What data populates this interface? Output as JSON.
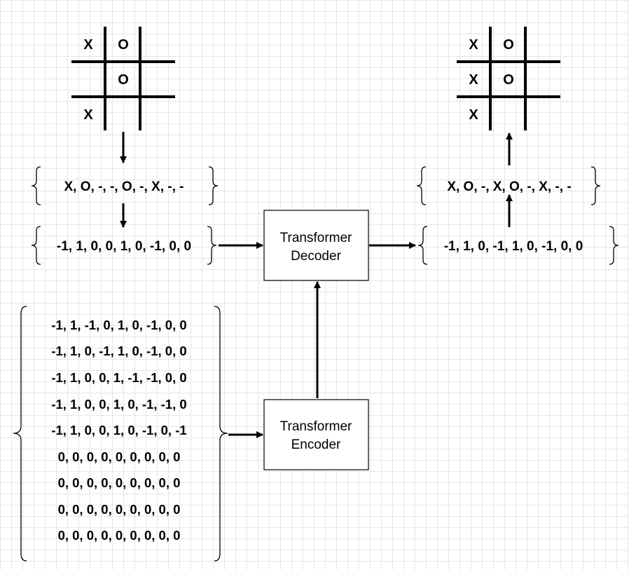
{
  "input_board": [
    [
      "X",
      "O",
      ""
    ],
    [
      "",
      "O",
      ""
    ],
    [
      "X",
      "",
      ""
    ]
  ],
  "output_board": [
    [
      "X",
      "O",
      ""
    ],
    [
      "X",
      "O",
      ""
    ],
    [
      "X",
      "",
      ""
    ]
  ],
  "input_symbols": "X, O, -, -, O, -, X, -, -",
  "input_numeric": "-1, 1, 0, 0, 1, 0, -1, 0, 0",
  "output_symbols": "X, O, -, X, O, -, X, -, -",
  "output_numeric": "-1, 1, 0, -1, 1, 0, -1, 0, 0",
  "encoder_rows": [
    "-1, 1, -1, 0, 1, 0, -1, 0, 0",
    "-1, 1, 0, -1, 1, 0, -1, 0, 0",
    "-1, 1, 0, 0, 1, -1, -1, 0, 0",
    "-1, 1, 0, 0, 1, 0, -1, -1, 0",
    "-1, 1, 0, 0, 1, 0, -1, 0, -1",
    "0, 0, 0, 0, 0, 0, 0, 0, 0",
    "0, 0, 0, 0, 0, 0, 0, 0, 0",
    "0, 0, 0, 0, 0, 0, 0, 0, 0",
    "0, 0, 0, 0, 0, 0, 0, 0, 0"
  ],
  "decoder": {
    "line1": "Transformer",
    "line2": "Decoder"
  },
  "encoder": {
    "line1": "Transformer",
    "line2": "Encoder"
  }
}
